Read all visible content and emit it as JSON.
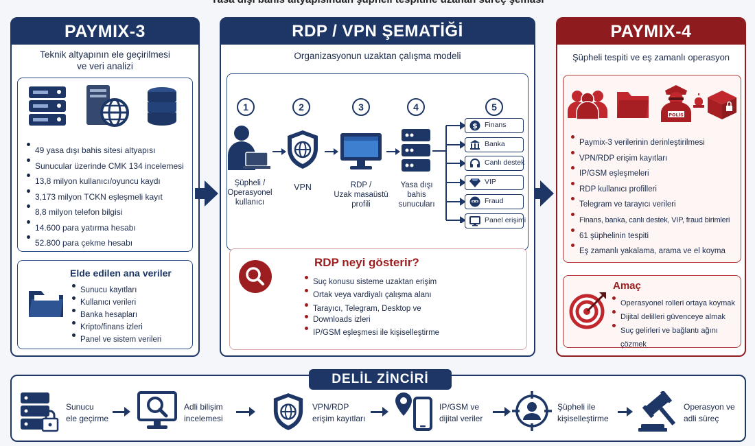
{
  "title": "Yasa dışı bahis altyapısından şüpheli tespitine uzanan süreç şeması",
  "colors": {
    "navy": "#1d3666",
    "maroon": "#8e1c1f",
    "accent_red": "#c0282d"
  },
  "left_panel": {
    "heading": "PAYMIX-3",
    "subtitle_line1": "Teknik altyapının ele geçirilmesi",
    "subtitle_line2": "ve veri analizi",
    "icons": [
      "server-rack-icon",
      "globe-server-icon",
      "database-icon"
    ],
    "stats": [
      "49 yasa dışı bahis sitesi altyapısı",
      "Sunucular üzerinde CMK 134 incelemesi",
      "13,8 milyon kullanıcı/oyuncu kaydı",
      "3,173 milyon TCKN eşleşmeli kayıt",
      "8,8 milyon telefon bilgisi",
      "14.600 para yatırma hesabı",
      "52.800 para çekme hesabı"
    ],
    "data_box": {
      "title": "Elde edilen ana veriler",
      "icon": "folder-icon",
      "items": [
        "Sunucu kayıtları",
        "Kullanıcı verileri",
        "Banka hesapları",
        "Kripto/finans izleri",
        "Panel ve sistem verileri"
      ]
    }
  },
  "center_panel": {
    "heading": "RDP / VPN ŞEMATİĞİ",
    "subtitle": "Organizasyonun uzaktan çalışma modeli",
    "steps": [
      {
        "num": "1",
        "label_lines": [
          "Şüpheli /",
          "Operasyonel",
          "kullanıcı"
        ],
        "icon": "user-laptop-icon"
      },
      {
        "num": "2",
        "label_lines": [
          "VPN"
        ],
        "icon": "vpn-shield-icon"
      },
      {
        "num": "3",
        "label_lines": [
          "RDP /",
          "Uzak masaüstü",
          "profili"
        ],
        "icon": "monitor-icon"
      },
      {
        "num": "4",
        "label_lines": [
          "Yasa dışı",
          "bahis",
          "sunucuları"
        ],
        "icon": "server-icon"
      },
      {
        "num": "5",
        "label_lines": [],
        "icon": ""
      }
    ],
    "units": [
      {
        "label": "Finans",
        "icon": "dollar-icon"
      },
      {
        "label": "Banka",
        "icon": "bank-icon"
      },
      {
        "label": "Canlı destek",
        "icon": "headset-icon"
      },
      {
        "label": "VIP",
        "icon": "diamond-icon"
      },
      {
        "label": "Fraud",
        "icon": "masked-user-icon"
      },
      {
        "label": "Panel erişimi",
        "icon": "panel-monitor-icon"
      }
    ],
    "rdp_box": {
      "title": "RDP neyi gösterir?",
      "icon": "magnifier-icon",
      "items": [
        "Suç konusu sisteme uzaktan erişim",
        "Ortak veya vardiyalı çalışma alanı",
        "Tarayıcı, Telegram, Desktop ve",
        "Downloads izleri",
        "IP/GSM eşleşmesi ile kişiselleştirme"
      ]
    }
  },
  "right_panel": {
    "heading": "PAYMIX-4",
    "subtitle": "Şüpheli tespiti ve eş zamanlı operasyon",
    "icons": [
      "group-icon",
      "folder-icon",
      "police-officer-icon",
      "evidence-box-icon"
    ],
    "police_badge": "POLİS",
    "items": [
      "Paymix-3 verilerinin derinleştirilmesi",
      "VPN/RDP erişim kayıtları",
      "IP/GSM eşleşmeleri",
      "RDP kullanıcı profilleri",
      "Telegram ve tarayıcı verileri",
      "Finans, banka, canlı destek, VIP, fraud birimleri",
      "61 şüphelinin tespiti",
      "Eş zamanlı yakalama, arama ve el koyma"
    ],
    "goal_box": {
      "title": "Amaç",
      "icon": "target-icon",
      "items": [
        "Operasyonel rolleri ortaya koymak",
        "Dijital delilleri güvenceye almak",
        "Suç gelirleri ve bağlantı ağını çözmek"
      ]
    }
  },
  "evidence_chain": {
    "title": "DELİL ZİNCİRİ",
    "steps": [
      {
        "line1": "Sunucu",
        "line2": "ele geçirme",
        "icon": "locked-server-icon"
      },
      {
        "line1": "Adli bilişim",
        "line2": "incelemesi",
        "icon": "forensic-monitor-icon"
      },
      {
        "line1": "VPN/RDP",
        "line2": "erişim kayıtları",
        "icon": "vpn-shield-icon"
      },
      {
        "line1": "IP/GSM ve",
        "line2": "dijital veriler",
        "icon": "location-phone-icon"
      },
      {
        "line1": "Şüpheli ile",
        "line2": "kişiselleştirme",
        "icon": "crosshair-user-icon"
      },
      {
        "line1": "Operasyon ve",
        "line2": "adli süreç",
        "icon": "gavel-icon"
      }
    ]
  }
}
